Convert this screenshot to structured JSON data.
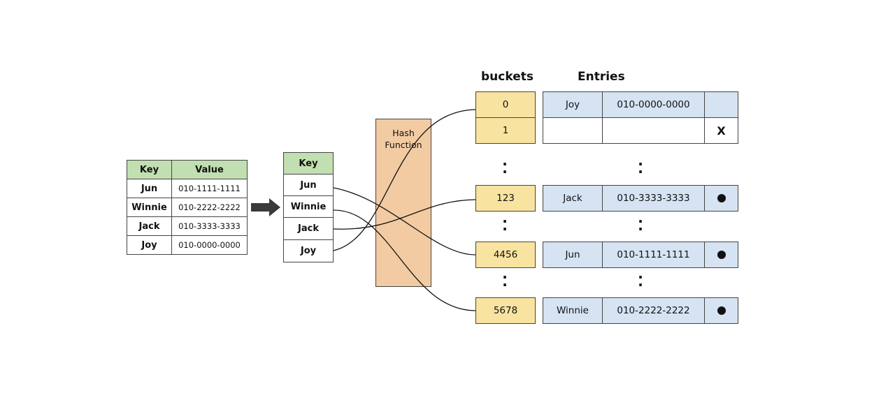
{
  "source_table": {
    "headers": [
      "Key",
      "Value"
    ],
    "rows": [
      {
        "key": "Jun",
        "value": "010-1111-1111"
      },
      {
        "key": "Winnie",
        "value": "010-2222-2222"
      },
      {
        "key": "Jack",
        "value": "010-3333-3333"
      },
      {
        "key": "Joy",
        "value": "010-0000-0000"
      }
    ]
  },
  "key_table": {
    "header": "Key",
    "keys": [
      "Jun",
      "Winnie",
      "Jack",
      "Joy"
    ]
  },
  "hash_function": {
    "line1": "Hash",
    "line2": "Function"
  },
  "buckets": {
    "title": "buckets",
    "items": [
      "0",
      "1",
      "123",
      "4456",
      "5678"
    ]
  },
  "entries": {
    "title": "Entries",
    "rows": [
      {
        "name": "Joy",
        "phone": "010-0000-0000",
        "link": ""
      },
      {
        "name": "",
        "phone": "",
        "link": "X"
      },
      {
        "name": "Jack",
        "phone": "010-3333-3333",
        "link": "dot"
      },
      {
        "name": "Jun",
        "phone": "010-1111-1111",
        "link": "dot"
      },
      {
        "name": "Winnie",
        "phone": "010-2222-2222",
        "link": "dot"
      }
    ]
  },
  "colors": {
    "header_green": "#c2dfb1",
    "bucket_yellow": "#f9e3a1",
    "entry_blue": "#d5e3f3",
    "hash_orange": "#f3cba2"
  }
}
